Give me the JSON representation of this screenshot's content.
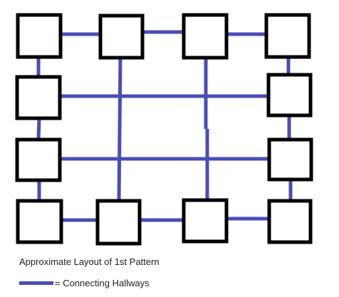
{
  "diagram": {
    "caption": "Approximate Layout of 1st Pattern",
    "legend": {
      "label": "= Connecting Hallways"
    },
    "colors": {
      "hallway": "#4a4db5",
      "room_border": "#000000",
      "room_fill": "#ffffff"
    },
    "rooms": [
      {
        "row": 1,
        "col": 1
      },
      {
        "row": 1,
        "col": 2
      },
      {
        "row": 1,
        "col": 3
      },
      {
        "row": 1,
        "col": 4
      },
      {
        "row": 2,
        "col": 1
      },
      {
        "row": 2,
        "col": 4
      },
      {
        "row": 3,
        "col": 1
      },
      {
        "row": 3,
        "col": 4
      },
      {
        "row": 4,
        "col": 1
      },
      {
        "row": 4,
        "col": 2
      },
      {
        "row": 4,
        "col": 3
      },
      {
        "row": 4,
        "col": 4
      }
    ]
  }
}
